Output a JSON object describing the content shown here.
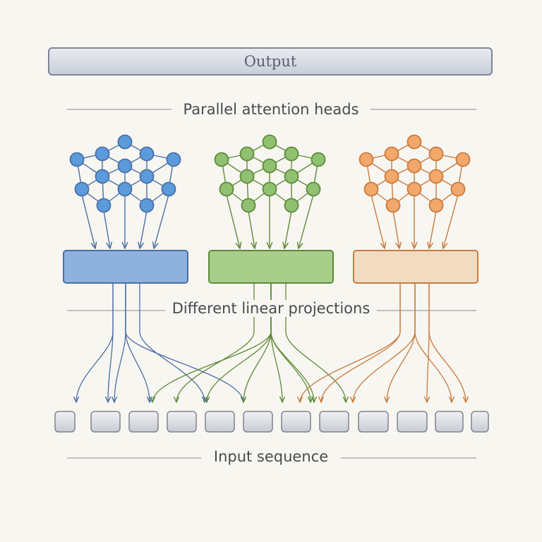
{
  "output_label": "Output",
  "heads_label": "Parallel attention heads",
  "projections_label": "Different linear projections",
  "input_label": "Input sequence",
  "heads": [
    {
      "color": "#4a6fa5",
      "fill": "#5b9bdc",
      "box_fill": "#8fb1de"
    },
    {
      "color": "#5e8a3a",
      "fill": "#8fc170",
      "box_fill": "#a9cd8a"
    },
    {
      "color": "#c87a3e",
      "fill": "#f2a86a",
      "box_fill": "#f1dcc2"
    }
  ],
  "input_token_count": 12
}
